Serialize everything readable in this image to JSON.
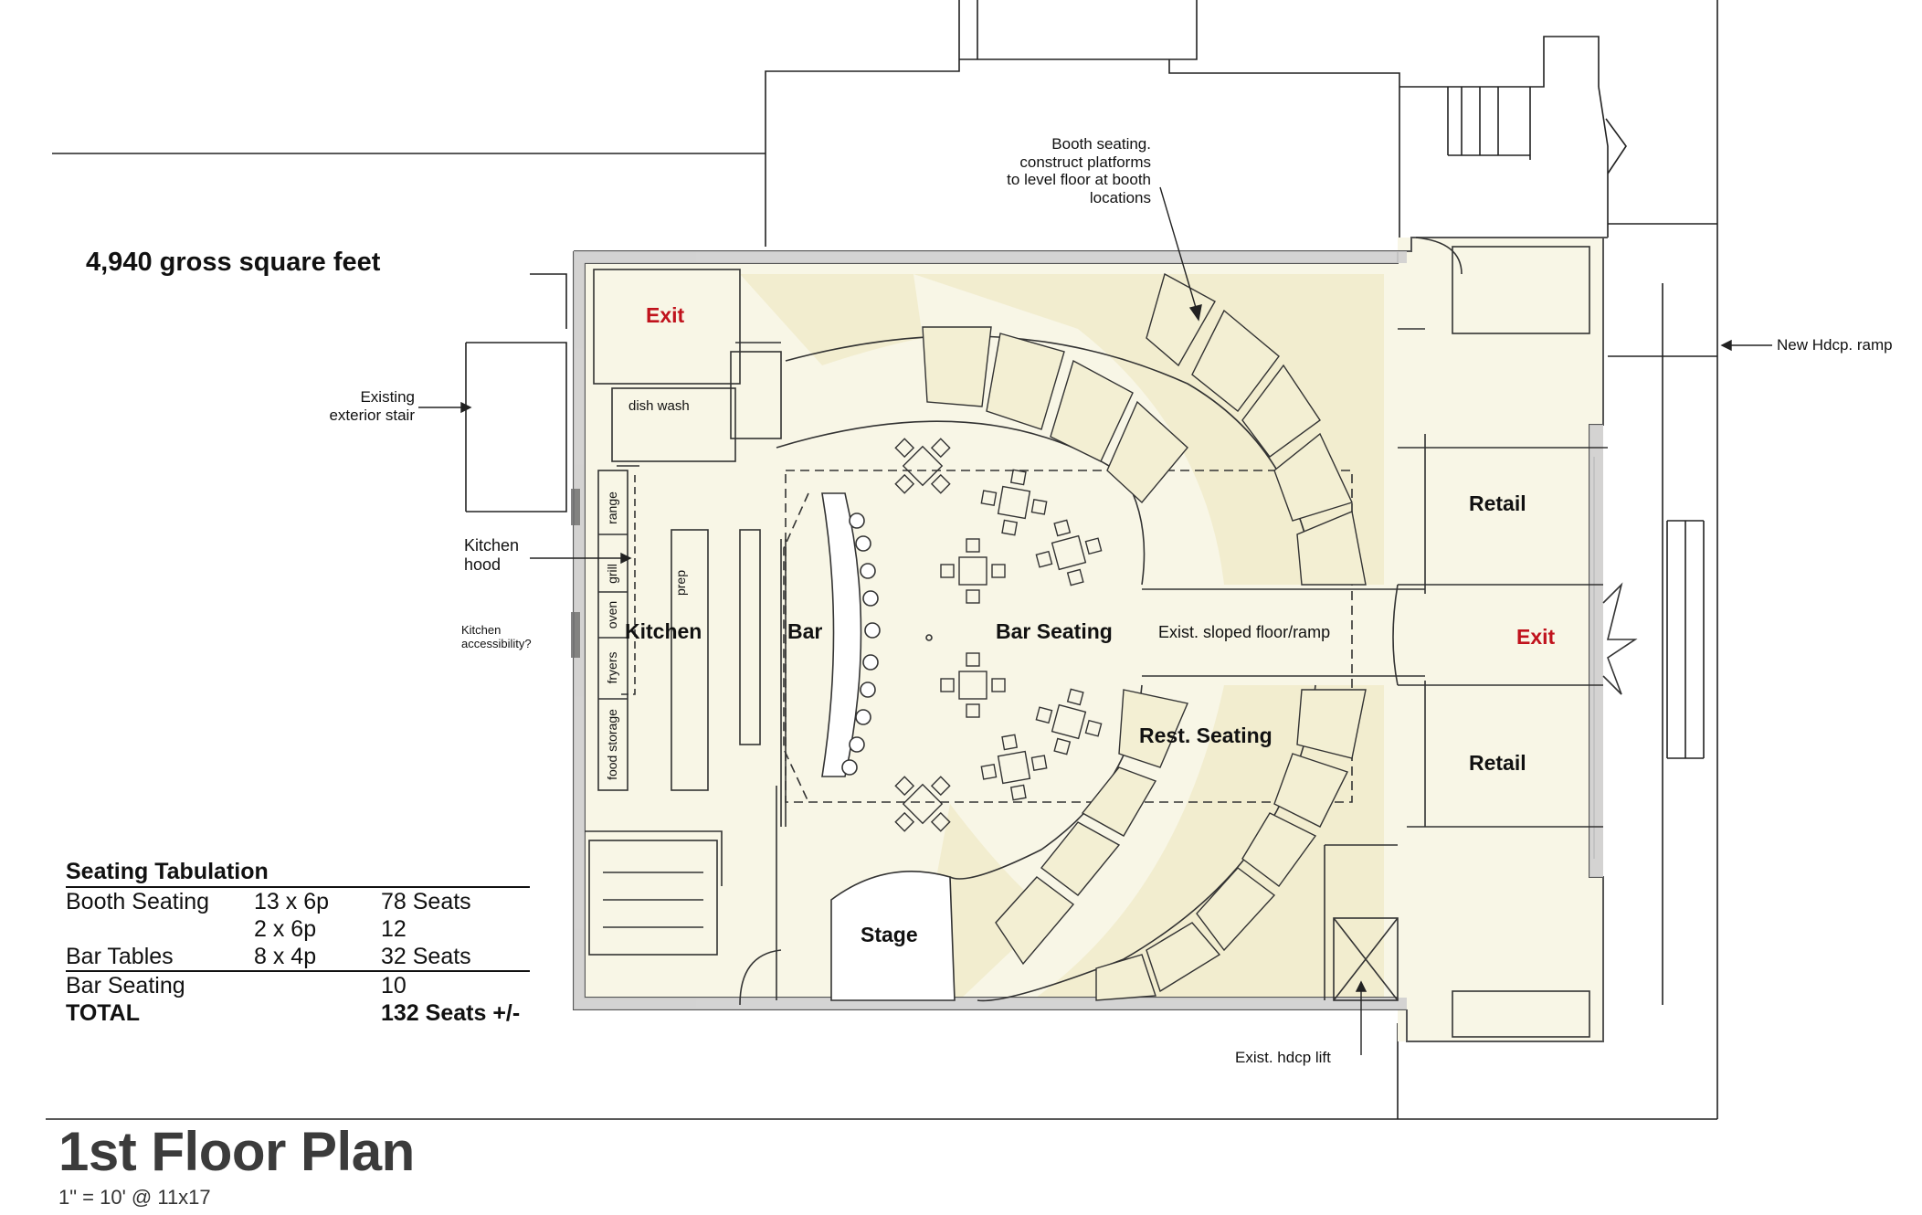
{
  "gross_area": "4,940 gross square feet",
  "title": "1st Floor Plan",
  "scale": "1\" = 10' @ 11x17",
  "rooms": {
    "exit_top": "Exit",
    "exit_right": "Exit",
    "dish_wash": "dish wash",
    "kitchen": "Kitchen",
    "bar": "Bar",
    "bar_seating": "Bar Seating",
    "rest_seating": "Rest. Seating",
    "stage": "Stage",
    "retail_top": "Retail",
    "retail_bottom": "Retail",
    "prep": "prep",
    "range": "range",
    "grill": "grill",
    "oven": "oven",
    "fryers": "fryers",
    "food_storage": "food storage",
    "sloped_floor": "Exist. sloped floor/ramp"
  },
  "notes": {
    "existing_stair_1": "Existing",
    "existing_stair_2": "exterior stair",
    "kitchen_hood_1": "Kitchen",
    "kitchen_hood_2": "hood",
    "kitchen_access_1": "Kitchen",
    "kitchen_access_2": "accessibility?",
    "booth_1": "Booth seating.",
    "booth_2": "construct platforms",
    "booth_3": "to level floor at booth",
    "booth_4": "locations",
    "new_ramp": "New Hdcp. ramp",
    "hdcp_lift": "Exist. hdcp lift"
  },
  "seating": {
    "heading": "Seating Tabulation",
    "rows": [
      {
        "label": "Booth Seating",
        "count": "13 x 6p",
        "seats": "78 Seats"
      },
      {
        "label": "",
        "count": "2 x 6p",
        "seats": "12"
      },
      {
        "label": "Bar Tables",
        "count": "8 x 4p",
        "seats": "32 Seats"
      },
      {
        "label": "Bar Seating",
        "count": "",
        "seats": "10"
      },
      {
        "label": "TOTAL",
        "count": "",
        "seats": "132 Seats +/-"
      }
    ]
  },
  "colors": {
    "floor": "#f8f6e6",
    "booth_fill": "#f2edcf",
    "wall": "#c8c8c8",
    "exit_text": "#c0121c"
  }
}
